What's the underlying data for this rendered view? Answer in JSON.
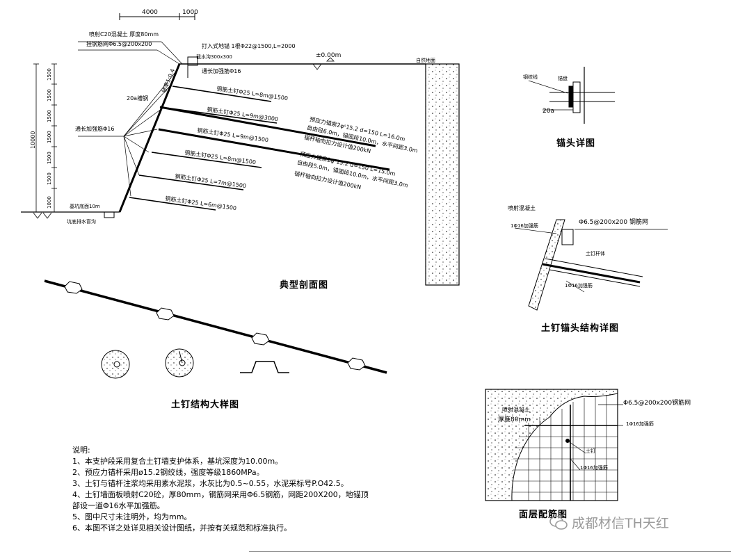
{
  "top_dims": {
    "d1": "4000",
    "d2": "1000"
  },
  "section": {
    "title": "典型剖面图",
    "spray": "喷射C20混凝土 厚度80mm",
    "mesh": "挂钢筋网Φ6.5@200x200",
    "pile": "打入式地锚 1根Φ22@1500,L=2000",
    "beam": "截水沟300x300",
    "top_bar": "通长加强筋Φ16",
    "level": "±0.00m",
    "ground": "自然地面",
    "slope": "坡率1:0.4",
    "channel": "20a槽钢",
    "side_bar": "通长加强筋Φ16",
    "nails": [
      "钢筋土钉Φ25 L=8m@1500",
      "钢筋土钉Φ25 L=9m@3000",
      "钢筋土钉Φ25 L=9m@1500",
      "钢筋土钉Φ25 L=8m@1500",
      "钢筋土钉Φ25 L=7m@1500",
      "钢筋土钉Φ25 L=6m@1500"
    ],
    "anchor1": [
      "预应力锚索2φˢ15.2 d=150 L=16.0m",
      "自由段6.0m，锚固段10.0m，水平间距3.0m",
      "锚杆轴向拉力设计值200kN"
    ],
    "anchor2": [
      "预应力锚索2φˢ15.2 d=150 L=15.0m",
      "自由段5.0m，锚固段10.0m，水平间距3.0m",
      "锚杆轴向拉力设计值200kN"
    ],
    "depth_total": "10000",
    "depths": [
      "1500",
      "1500",
      "1500",
      "1500",
      "1500",
      "1500",
      "1000"
    ],
    "toe": "基坑底面10m",
    "drain": "坑底排水盲沟"
  },
  "anchor_head": {
    "title": "锚头详图",
    "strand": "钢绞线",
    "plate": "锚盘",
    "channel": "20a"
  },
  "nail_head": {
    "title": "土钉锚头结构详图",
    "spray": "喷射混凝土",
    "bar1": "1Φ16加强筋",
    "mesh": "Φ6.5@200x200 钢筋网",
    "nail": "土钉杆体",
    "bar2": "1Φ16加强筋"
  },
  "nail_detail": {
    "title": "土钉结构大样图"
  },
  "face": {
    "title": "面层配筋图",
    "spray": "喷射混凝土",
    "thick": "厚度80mm",
    "mesh": "Φ6.5@200x200钢筋网",
    "bar1": "1Φ16加强筋",
    "nail": "土钉",
    "bar2": "1Φ16加强筋"
  },
  "notes": {
    "heading": "说明:",
    "lines": [
      "1、本支护段采用复合土钉墙支护体系，基坑深度为10.00m。",
      "2、预应力锚杆采用ø15.2钢绞线，强度等级1860MPa。",
      "3、土钉与锚杆注浆均采用素水泥浆，水灰比为0.5~0.55，水泥采标号P.O42.5。",
      "4、土钉墙面板喷射C20砼，厚80mm，钢筋网采用Φ6.5钢筋，网距200X200，地锚顶",
      "部设一道Φ16水平加强筋。",
      "5、图中尺寸未注明外，均为mm。",
      "6、本图不详之处详见相关设计图纸，并按有关规范和标准执行。"
    ]
  },
  "watermark": "成都材信TH天红"
}
